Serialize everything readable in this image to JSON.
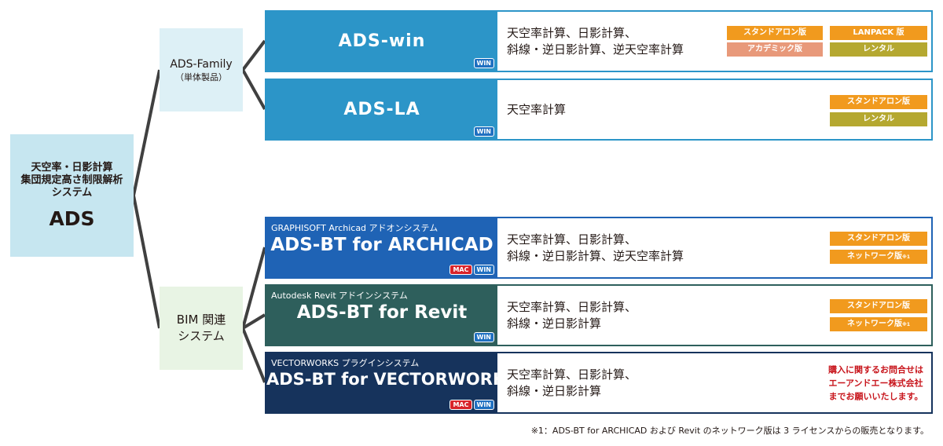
{
  "root": {
    "lines": [
      "天空率・日影計算",
      "集団規定高さ制限解析",
      "システム"
    ],
    "name": "ADS"
  },
  "categories": {
    "family": {
      "line1": "ADS-Family",
      "line2": "（単体製品）"
    },
    "bim": {
      "line1": "BIM 関連",
      "line2": "システム"
    }
  },
  "products": [
    {
      "name": "ADS-win",
      "os": [
        "WIN"
      ],
      "desc": [
        "天空率計算、日影計算、",
        "斜線・逆日影計算、逆天空率計算"
      ],
      "tags": [
        "スタンドアロン版",
        "LANPACK 版",
        "アカデミック版",
        "レンタル"
      ]
    },
    {
      "name": "ADS-LA",
      "os": [
        "WIN"
      ],
      "desc": [
        "天空率計算"
      ],
      "tags": [
        "スタンドアロン版",
        "レンタル"
      ]
    },
    {
      "subtitle": "GRAPHISOFT  Archicad アドオンシステム",
      "name": "ADS-BT for ARCHICAD",
      "os": [
        "MAC",
        "WIN"
      ],
      "desc": [
        "天空率計算、日影計算、",
        "斜線・逆日影計算、逆天空率計算"
      ],
      "tags": [
        "スタンドアロン版",
        "ネットワーク版"
      ],
      "note_mark": "※1"
    },
    {
      "subtitle": "Autodesk  Revit アドインシステム",
      "name": "ADS-BT for Revit",
      "os": [
        "WIN"
      ],
      "desc": [
        "天空率計算、日影計算、",
        "斜線・逆日影計算"
      ],
      "tags": [
        "スタンドアロン版",
        "ネットワーク版"
      ],
      "note_mark": "※1"
    },
    {
      "subtitle": "VECTORWORKS プラグインシステム",
      "name": "ADS-BT for VECTORWORKS",
      "os": [
        "MAC",
        "WIN"
      ],
      "desc": [
        "天空率計算、日影計算、",
        "斜線・逆日影計算"
      ],
      "contact": [
        "購入に関するお問合せは",
        "エーアンドエー株式会社",
        "までお願いいたします。"
      ]
    }
  ],
  "footnote": "※1：ADS-BT for ARCHICAD および Revit のネットワーク版は 3 ライセンスからの販売となります。",
  "colors": {
    "ads_win_blue": "#2c95c8",
    "archicad_blue": "#1f63b5",
    "revit_green": "#2e5f5c",
    "vectorworks_navy": "#16335c",
    "tag_orange": "#f19a1e",
    "tag_salmon": "#e8997a",
    "tag_olive": "#b5a830",
    "contact_red": "#c8161d"
  }
}
